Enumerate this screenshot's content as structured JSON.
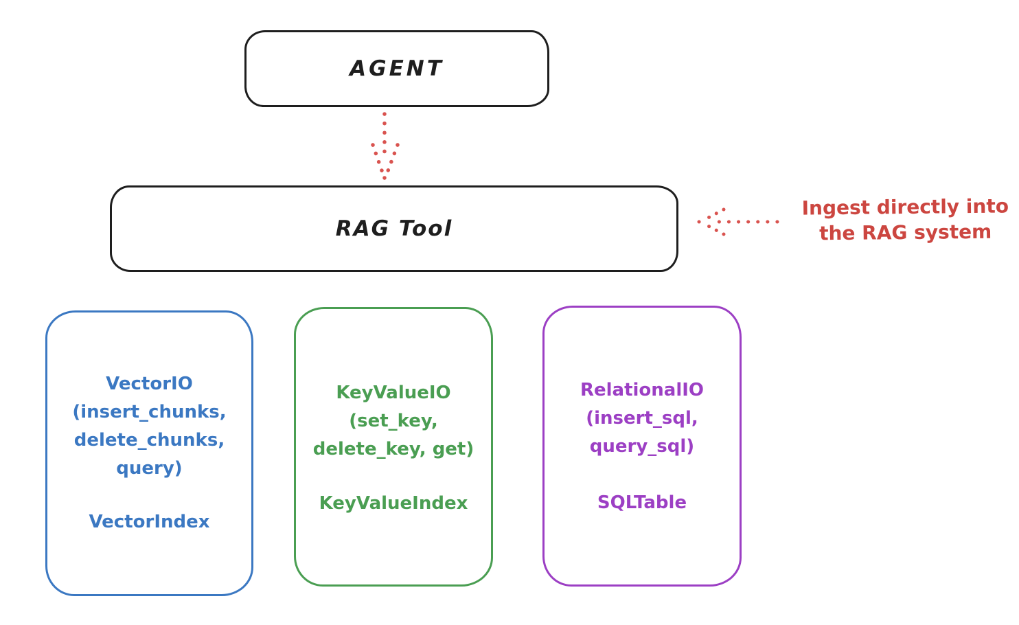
{
  "agent_box": {
    "label": "AGENT"
  },
  "rag_tool_box": {
    "label": "RAG Tool"
  },
  "ingest_annotation": {
    "line1": "Ingest directly into",
    "line2": "the RAG system"
  },
  "storage_boxes": [
    {
      "title": "VectorIO",
      "params_line1": "(insert_chunks,",
      "params_line2": "delete_chunks,",
      "params_line3": "query)",
      "index_class": "VectorIndex"
    },
    {
      "title": "KeyValueIO",
      "params_line1": "(set_key,",
      "params_line2": "delete_key, get)",
      "index_class": "KeyValueIndex"
    },
    {
      "title": "RelationalIO",
      "params_line1": "(insert_sql,",
      "params_line2": "query_sql)",
      "index_class": "SQLTable"
    }
  ],
  "icons": {
    "agent_to_rag_arrow": "dotted-down-arrow",
    "ingest_arrow": "dotted-left-arrow"
  },
  "colors": {
    "stroke_black": "#1e1e1e",
    "arrow_red": "#d9534f",
    "annotation_red": "#cc4640",
    "vector_blue": "#3b78c2",
    "keyvalue_green": "#4a9e52",
    "relational_purple": "#9c3fc4",
    "background": "#ffffff"
  }
}
